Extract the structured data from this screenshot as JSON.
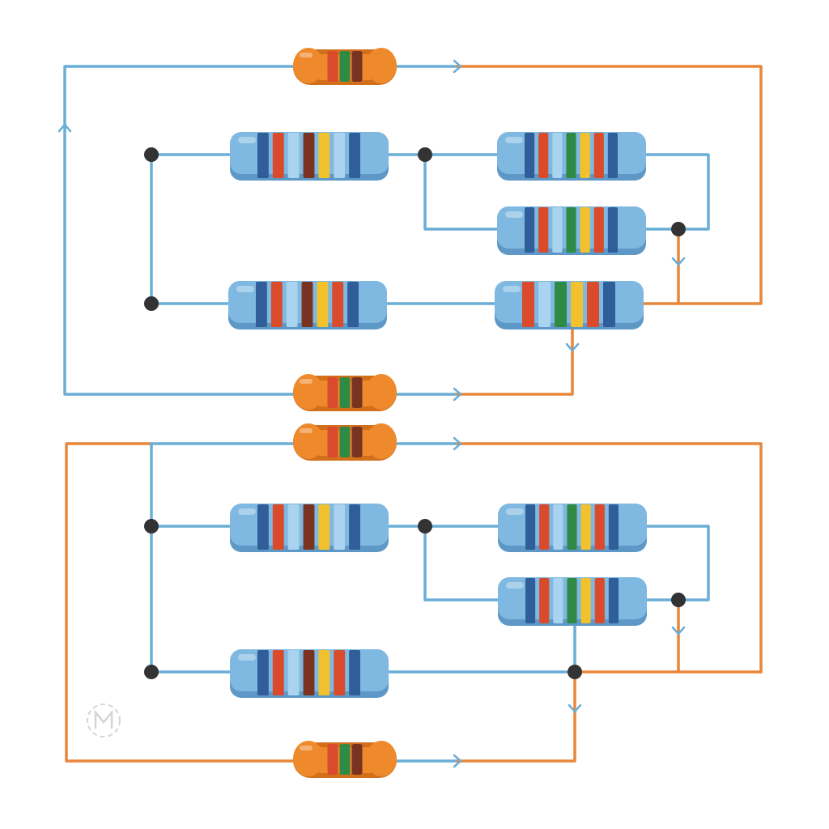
{
  "colors": {
    "background": "#ffffff",
    "wire_blue": "#6aaed6",
    "wire_orange": "#e8873a",
    "node": "#333333",
    "resistor_blue_body": "#7fb8e0",
    "resistor_blue_shade": "#5d98c6",
    "resistor_orange_body": "#ef8a2c",
    "resistor_orange_shade": "#d16f1b",
    "band_red": "#d94b2b",
    "band_brown": "#7a3320",
    "band_yellow": "#f2c12e",
    "band_green": "#2f8a45",
    "band_navy": "#2f5e99",
    "band_light": "#a9d3ee"
  },
  "diagram": {
    "type": "resistor-network",
    "panels": [
      {
        "name": "top-circuit",
        "resistors": [
          {
            "name": "orange-resistor-top",
            "style": "orange",
            "bands": [
              "band_red",
              "band_green",
              "band_brown"
            ]
          },
          {
            "name": "blue-resistor-upper-left",
            "style": "blue",
            "bands": [
              "band_navy",
              "band_red",
              "band_light",
              "band_brown",
              "band_yellow",
              "band_light",
              "band_navy"
            ]
          },
          {
            "name": "blue-resistor-upper-right",
            "style": "blue",
            "bands": [
              "band_navy",
              "band_red",
              "band_light",
              "band_green",
              "band_yellow",
              "band_red",
              "band_navy"
            ]
          },
          {
            "name": "blue-resistor-middle-right",
            "style": "blue",
            "bands": [
              "band_navy",
              "band_red",
              "band_light",
              "band_green",
              "band_yellow",
              "band_red",
              "band_navy"
            ]
          },
          {
            "name": "blue-resistor-lower-left",
            "style": "blue",
            "bands": [
              "band_navy",
              "band_red",
              "band_light",
              "band_brown",
              "band_yellow",
              "band_red",
              "band_navy"
            ]
          },
          {
            "name": "blue-resistor-lower-right",
            "style": "blue",
            "bands": [
              "band_red",
              "band_light",
              "band_green",
              "band_yellow",
              "band_red",
              "band_navy"
            ]
          },
          {
            "name": "orange-resistor-bottom",
            "style": "orange",
            "bands": [
              "band_red",
              "band_green",
              "band_brown"
            ]
          }
        ]
      },
      {
        "name": "bottom-circuit",
        "resistors": [
          {
            "name": "orange-resistor-top",
            "style": "orange",
            "bands": [
              "band_red",
              "band_green",
              "band_brown"
            ]
          },
          {
            "name": "blue-resistor-upper-left",
            "style": "blue",
            "bands": [
              "band_navy",
              "band_red",
              "band_light",
              "band_brown",
              "band_yellow",
              "band_light",
              "band_navy"
            ]
          },
          {
            "name": "blue-resistor-upper-right",
            "style": "blue",
            "bands": [
              "band_navy",
              "band_red",
              "band_light",
              "band_green",
              "band_yellow",
              "band_red",
              "band_navy"
            ]
          },
          {
            "name": "blue-resistor-middle-right",
            "style": "blue",
            "bands": [
              "band_navy",
              "band_red",
              "band_light",
              "band_green",
              "band_yellow",
              "band_red",
              "band_navy"
            ]
          },
          {
            "name": "blue-resistor-lower-left",
            "style": "blue",
            "bands": [
              "band_navy",
              "band_red",
              "band_light",
              "band_brown",
              "band_yellow",
              "band_red",
              "band_navy"
            ]
          },
          {
            "name": "orange-resistor-bottom",
            "style": "orange",
            "bands": [
              "band_red",
              "band_green",
              "band_brown"
            ]
          }
        ]
      }
    ],
    "watermark_icon": "circuit-logo-icon"
  }
}
